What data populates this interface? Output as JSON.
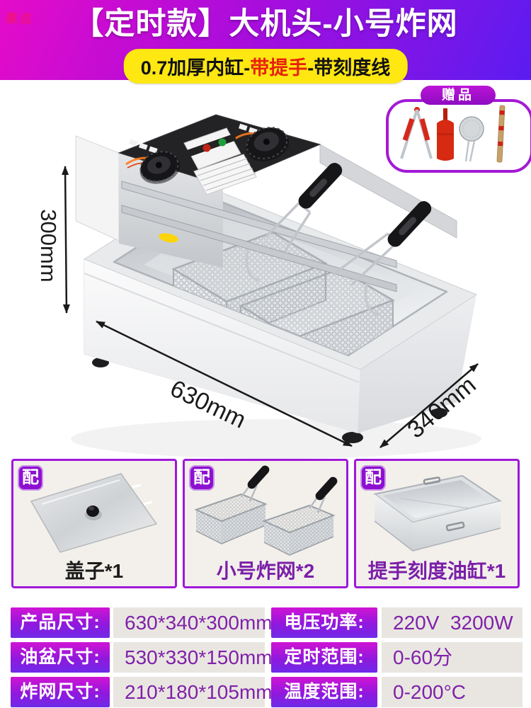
{
  "watermark": {
    "text": "莱达"
  },
  "header": {
    "title": "【定时款】大机头-小号炸网",
    "subtitle_part1": "0.7加厚内缸-",
    "subtitle_red": "带提手",
    "subtitle_part2": "-带刻度线"
  },
  "gift": {
    "label": "赠品"
  },
  "product": {
    "dim_height": "300mm",
    "dim_width": "630mm",
    "dim_depth": "340mm"
  },
  "accessories": [
    {
      "badge": "配",
      "caption": "盖子*1"
    },
    {
      "badge": "配",
      "caption": "小号炸网*2"
    },
    {
      "badge": "配",
      "caption": "提手刻度油缸*1"
    }
  ],
  "specs": {
    "left": [
      {
        "label": "产品尺寸:",
        "value": "630*340*300mm"
      },
      {
        "label": "油盆尺寸:",
        "value": "530*330*150mm"
      },
      {
        "label": "炸网尺寸:",
        "value": "210*180*105mm"
      }
    ],
    "right": [
      {
        "label": "电压功率:",
        "value": "220V  3200W"
      },
      {
        "label": "定时范围:",
        "value": "0-60分"
      },
      {
        "label": "温度范围:",
        "value": "0-200°C"
      }
    ]
  },
  "colors": {
    "banner_magenta": "#e50bc9",
    "banner_purple": "#5b1cf0",
    "accent_yellow": "#ffe712",
    "accent_red": "#e8210a",
    "purple_border": "#a018d8",
    "spec_label_top": "#d014d4",
    "spec_label_bottom": "#6f2ae8",
    "spec_value_text": "#8021a8",
    "spec_value_bg": "#e9e6e2"
  }
}
